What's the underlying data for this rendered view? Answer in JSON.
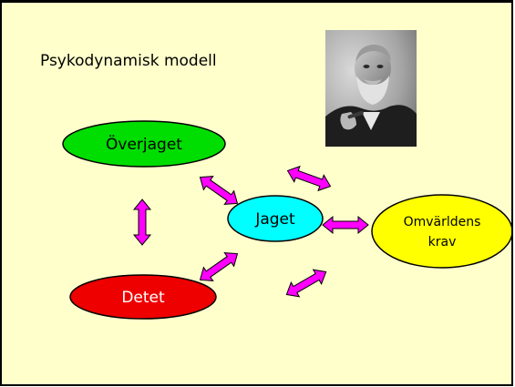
{
  "slide": {
    "title": "Psykodynamisk modell",
    "background_color": "#ffffcc",
    "portrait": {
      "description_icon": "portrait-photo"
    }
  },
  "diagram": {
    "nodes": [
      {
        "id": "overjaget",
        "label": "Överjaget",
        "color": "#00dd00"
      },
      {
        "id": "jaget",
        "label": "Jaget",
        "color": "#00ffff"
      },
      {
        "id": "detet",
        "label": "Detet",
        "color": "#ee0000"
      },
      {
        "id": "omvarlden",
        "label_line1": "Omvärldens",
        "label_line2": "krav",
        "color": "#ffff00"
      }
    ],
    "arrow_color": "#ff00ff"
  }
}
